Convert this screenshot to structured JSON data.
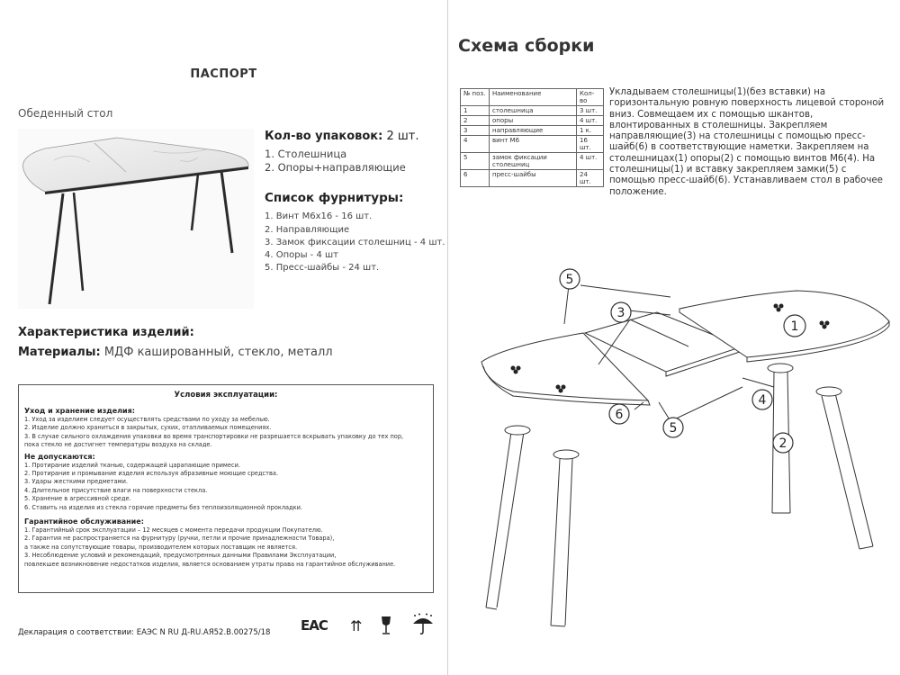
{
  "left": {
    "title": "ПАСПОРТ",
    "product_name": "Обеденный стол",
    "packages_label": "Кол-во упаковок:",
    "packages_value": " 2 шт.",
    "packages": [
      "1. Столешница",
      "2. Опоры+направляющие"
    ],
    "hardware_title": "Список фурнитуры:",
    "hardware": [
      "1. Винт М6х16 - 16 шт.",
      "2. Направляющие",
      "3. Замок фиксации столешниц - 4 шт.",
      "4. Опоры - 4 шт",
      "5. Пресс-шайбы - 24 шт."
    ],
    "characteristics_title": "Характеристика изделий:",
    "materials_label": "Материалы:",
    "materials_value": " МДФ кашированный, стекло, металл"
  },
  "conditions": {
    "title": "Условия эксплуатации:",
    "care_title": "Уход и хранение изделия:",
    "care": [
      "1. Уход за изделием следует осуществлять средствами по уходу за мебелью.",
      "2. Изделие должно храниться в закрытых, сухих, отапливаемых помещениях.",
      "3. В случае сильного охлаждения упаковки во время транспортировки не разрешается вскрывать упаковку до тех пор,",
      "пока стекло не достигнет температуры воздуха на складе."
    ],
    "forbidden_title": "Не допускаются:",
    "forbidden": [
      "1. Протирание изделий тканью, содержащей царапающие примеси.",
      "2. Протирание и промывание изделия используя абразивные моющие средства.",
      "3. Удары жесткими предметами.",
      "4. Длительное присутствие влаги на поверхности стекла.",
      "5. Хранение в агрессивной среде.",
      "6. Ставить на изделия из стекла горячие предметы без теплоизоляционной прокладки."
    ],
    "warranty_title": "Гарантийное обслуживание:",
    "warranty": [
      "1. Гарантийный срок эксплуатации  – 12 месяцев с момента передачи продукции Покупателю.",
      "2. Гарантия не распространяется на фурнитуру (ручки, петли и прочие принадлежности Товара),",
      "а также на сопутствующие товары, производителем которых поставщик не является.",
      "3. Несоблюдение условий и рекомендаций,  предусмотренных данными Правилами Эксплуатации,",
      "повлекшее возникновение недостатков изделия, является основанием утраты права на гарантийное обслуживание."
    ]
  },
  "declaration": "Декларация о соответствии: ЕАЭС N RU Д-RU.АЯ52.В.00275/18",
  "marks": {
    "eac": "EAC",
    "updown": "⇈"
  },
  "right": {
    "title": "Схема сборки",
    "table_headers": [
      "№ поз.",
      "Наименование",
      "Кол-во"
    ],
    "table_rows": [
      [
        "1",
        "столешница",
        "3 шт."
      ],
      [
        "2",
        "опоры",
        "4 шт."
      ],
      [
        "3",
        "направляющие",
        "1 к."
      ],
      [
        "4",
        "винт М6",
        "16 шт."
      ],
      [
        "5",
        "замок фиксации столешниц",
        "4 шт."
      ],
      [
        "6",
        "пресс-шайбы",
        "24 шт."
      ]
    ],
    "instructions": "Укладываем столешницы(1)(без вставки) на горизонтальную ровную поверхность лицевой стороной вниз. Совмещаем их с помощью шкантов, влонтированных в столешницы. Закрепляем направляющие(3) на столешницы с помощью пресс-шайб(6) в соответствующие наметки. Закрепляем на столешницах(1) опоры(2) с помощью винтов М6(4). На столешницы(1) и вставку закрепляем замки(5) с помощью пресс-шайб(6). Устанавливаем стол в рабочее положение.",
    "callouts": [
      "5",
      "3",
      "1",
      "4",
      "6",
      "5",
      "2"
    ]
  }
}
